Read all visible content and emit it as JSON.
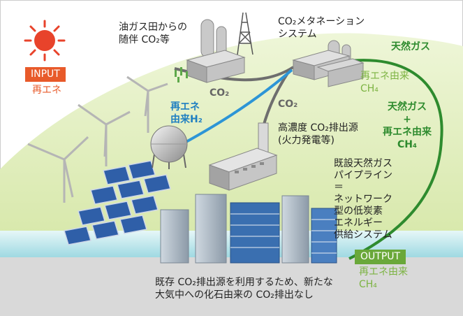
{
  "labels": {
    "oilgas_co2": "油ガス田からの\n随伴 CO₂等",
    "methanation_system": "CO₂メタネーション\nシステム",
    "natural_gas_top": "天然ガス",
    "renewable_ch4_top": "再エネ由来\nCH₄",
    "natural_gas_renewable": "天然ガス\n+\n再エネ由来\nCH₄",
    "co2_oilfield": "CO₂",
    "co2_plant": "CO₂",
    "renewable_h2": "再エネ\n由来H₂",
    "high_conc_source": "高濃度 CO₂排出源\n(火力発電等)",
    "pipeline_text": "既設天然ガス\nパイプライン\n＝\nネットワーク\n型の低炭素\nエネルギー\n供給システム",
    "bottom_note": "既存 CO₂排出源を利用するため、新たな\n大気中への化石由来の CO₂排出なし",
    "renewable_ch4_bottom": "再エネ由来\nCH₄"
  },
  "input": {
    "tag": "INPUT",
    "sub": "再エネ"
  },
  "output": {
    "tag": "OUTPUT"
  },
  "colors": {
    "input_bg": "#e85a2a",
    "output_bg": "#6aa83a",
    "pipeline_dark": "#2e8b2e",
    "pipeline_gray": "#6e6e6e",
    "h2_line": "#2d95d6",
    "hill": "#d6e8a8",
    "sea": "#bfe7ec"
  }
}
